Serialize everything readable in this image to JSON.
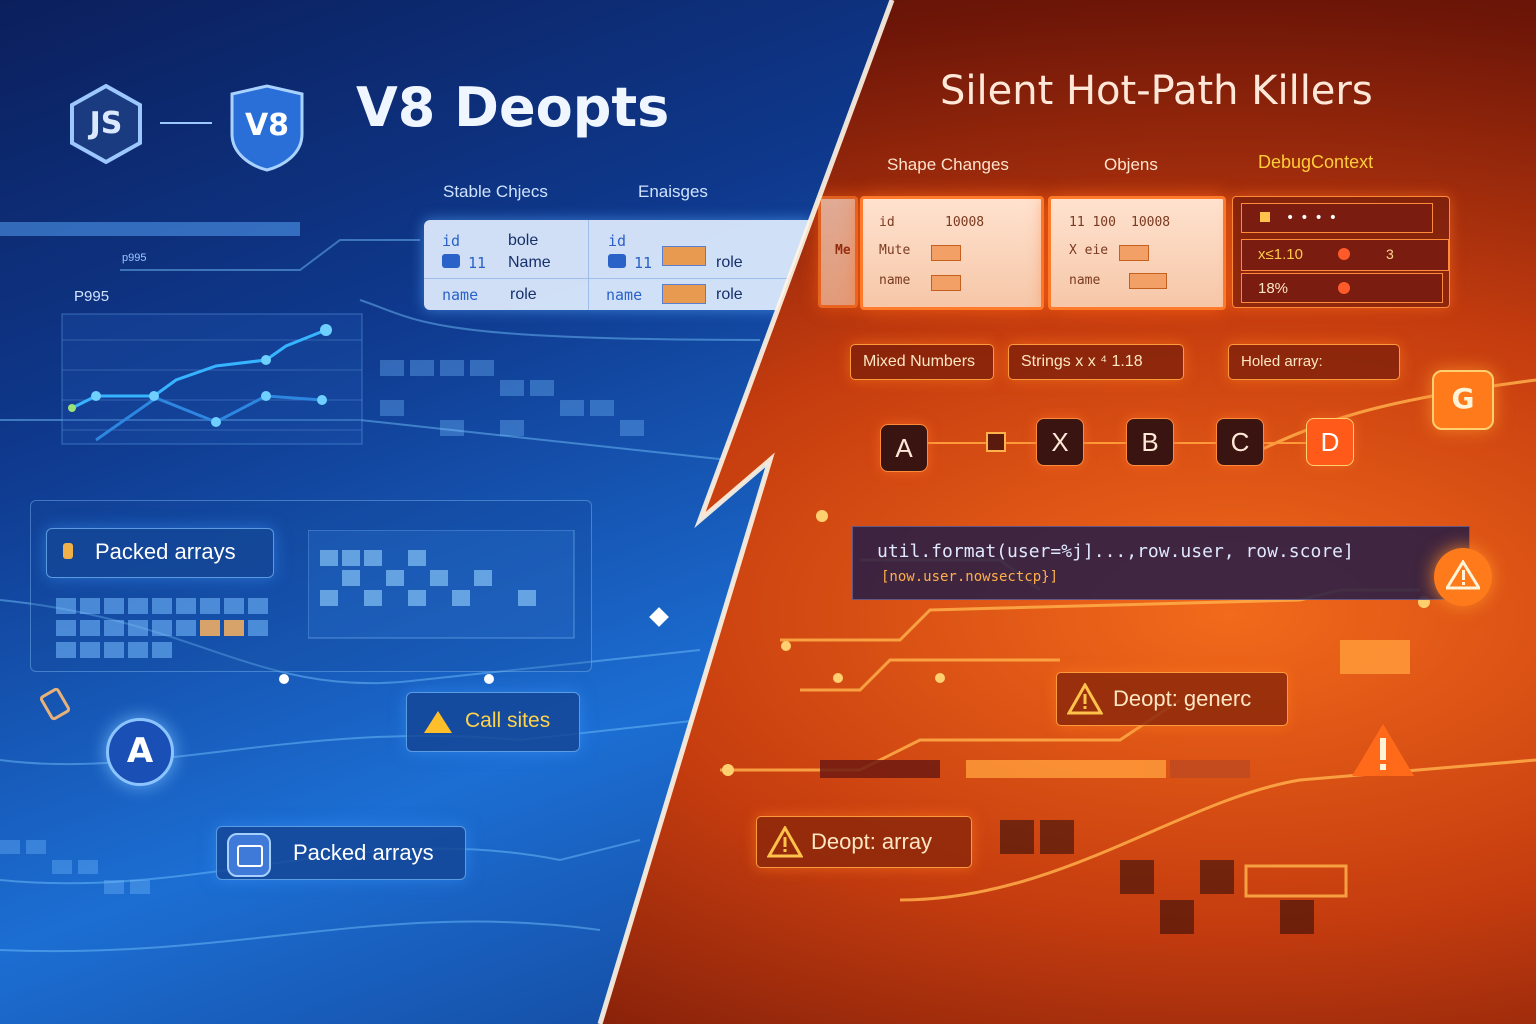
{
  "left": {
    "logo_js": "JS",
    "logo_v8": "V8",
    "title": "V8 Deopts",
    "table_headers": [
      "Stable Chjecs",
      "Enaisges"
    ],
    "table": {
      "col1": {
        "field1": "id",
        "value1": "11",
        "field2": "name",
        "label1": "bole",
        "label2": "Name",
        "label3": "role"
      },
      "col2": {
        "field1": "id",
        "value1": "11",
        "field2": "name",
        "label1": "role",
        "label2": "role"
      }
    },
    "chart_label": "P995",
    "chart_caption": "p995",
    "chips": {
      "packed_top": "Packed arrays",
      "call_sites": "Call sites",
      "packed_bottom": "Packed arrays"
    },
    "badge_a": "A"
  },
  "right": {
    "title": "Silent Hot-Path Killers",
    "headers": [
      "Shape Changes",
      "Objens",
      "DebugContext"
    ],
    "card1": {
      "r1k": "id",
      "r1v": "10008",
      "r2k": "Mute",
      "r3k": "name",
      "side": "Me"
    },
    "card2": {
      "r1k": "11 100",
      "r1v": "10008",
      "r2k": "X eie",
      "r3k": "name"
    },
    "card3": {
      "r2": "x≤1.10",
      "r2b": "3",
      "r3": "18%"
    },
    "chips": {
      "mixed": "Mixed Numbers",
      "strings": "Strings x x ⁴ 1.18",
      "holed": "Holed array:"
    },
    "chain": [
      "A",
      "X",
      "B",
      "C",
      "D"
    ],
    "g_badge": "G",
    "code_line1": "util.format(user=%j]...,row.user, row.score]",
    "code_line2": "[now.user.nowsectcp}]",
    "deopt_generic": "Deopt: generc",
    "deopt_array": "Deopt: array"
  },
  "colors": {
    "accent_blue": "#1c6ed3",
    "accent_orange": "#ff7a2a",
    "warning": "#ffb020"
  }
}
